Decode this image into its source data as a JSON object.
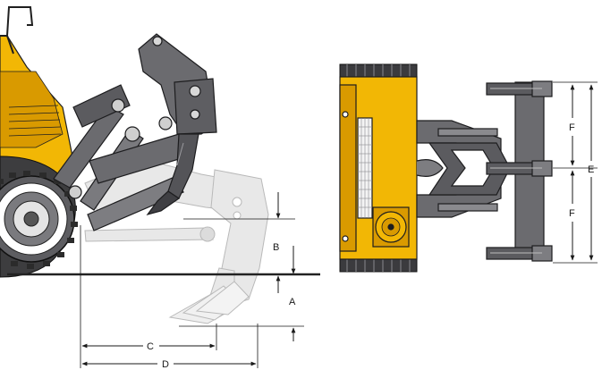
{
  "labels": {
    "a": "A",
    "b": "B",
    "c": "C",
    "d": "D",
    "e": "E",
    "f_upper": "F",
    "f_lower": "F"
  },
  "colors": {
    "machine_yellow": "#f2b705",
    "machine_yellow_shade": "#d99a00",
    "steel_gray": "#6b6b6f",
    "steel_dark": "#3e3e42",
    "ghost_fill": "#e6e6e6",
    "ghost_stroke": "#b8b8b8",
    "dimension_line": "#1a1a1a",
    "ground": "#222222"
  },
  "icons": {
    "side_view": "ripper-side-view-drawing",
    "top_view": "ripper-top-view-drawing"
  }
}
